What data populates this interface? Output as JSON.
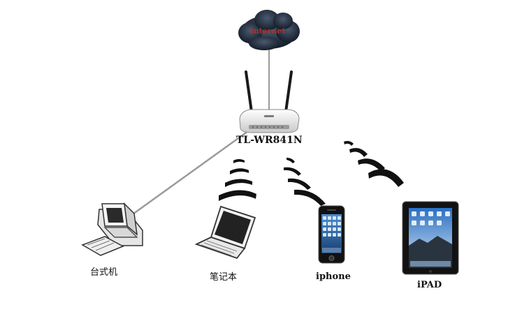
{
  "cloud": {
    "label": "Internet"
  },
  "router": {
    "label": "TL-WR841N"
  },
  "devices": [
    {
      "id": "desktop",
      "label": "台式机"
    },
    {
      "id": "laptop",
      "label": "笔记本"
    },
    {
      "id": "iphone",
      "label": "iphone"
    },
    {
      "id": "ipad",
      "label": "iPAD"
    }
  ],
  "colors": {
    "cloud_fill": "#1f2a38",
    "cloud_text": "#b0302a",
    "cable": "#9a9a9a",
    "wave": "#111111",
    "ipad_sky": "#3a78c0",
    "iphone_screen": "#2a6fb5"
  }
}
